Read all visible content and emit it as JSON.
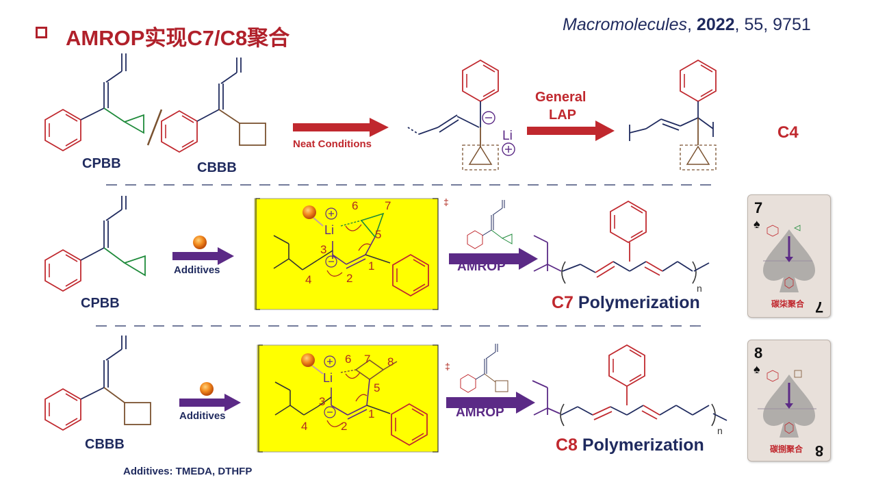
{
  "header": {
    "title": "AMROP实现C7/C8聚合",
    "ref_journal": "Macromolecules",
    "ref_year": "2022",
    "ref_rest": ", 55, 9751"
  },
  "row1": {
    "cpbb_label": "CPBB",
    "cbbb_label": "CBBB",
    "neat_label": "Neat Conditions",
    "li_label": "Li",
    "lap_line1": "General",
    "lap_line2": "LAP",
    "c4_label": "C4"
  },
  "row2": {
    "monomer_label": "CPBB",
    "additives_label": "Additives",
    "amrop_label": "AMROP",
    "poly_cn": "C7",
    "poly_text": "Polymerization",
    "li_label": "Li",
    "n_label": "n",
    "card_num": "7",
    "card_cn": "碳柒聚合"
  },
  "row3": {
    "monomer_label": "CBBB",
    "additives_label": "Additives",
    "amrop_label": "AMROP",
    "poly_cn": "C8",
    "poly_text": "Polymerization",
    "li_label": "Li",
    "n_label": "n",
    "card_num": "8",
    "card_cn": "碳捌聚合"
  },
  "footnote": "Additives: TMEDA, DTHFP",
  "ts_numbers": {
    "row2": [
      "6",
      "7",
      "5",
      "3",
      "4",
      "2",
      "1"
    ],
    "row3": [
      "6",
      "7",
      "8",
      "5",
      "3",
      "4",
      "2",
      "1"
    ]
  },
  "colors": {
    "title_red": "#b0202a",
    "navy": "#1f2a5e",
    "arrow_red": "#c0282e",
    "arrow_purple": "#5b2a86",
    "ring_red": "#c0282e",
    "green": "#1e8a3a",
    "brown": "#7a5230",
    "ts_yellow": "#ffff00"
  }
}
